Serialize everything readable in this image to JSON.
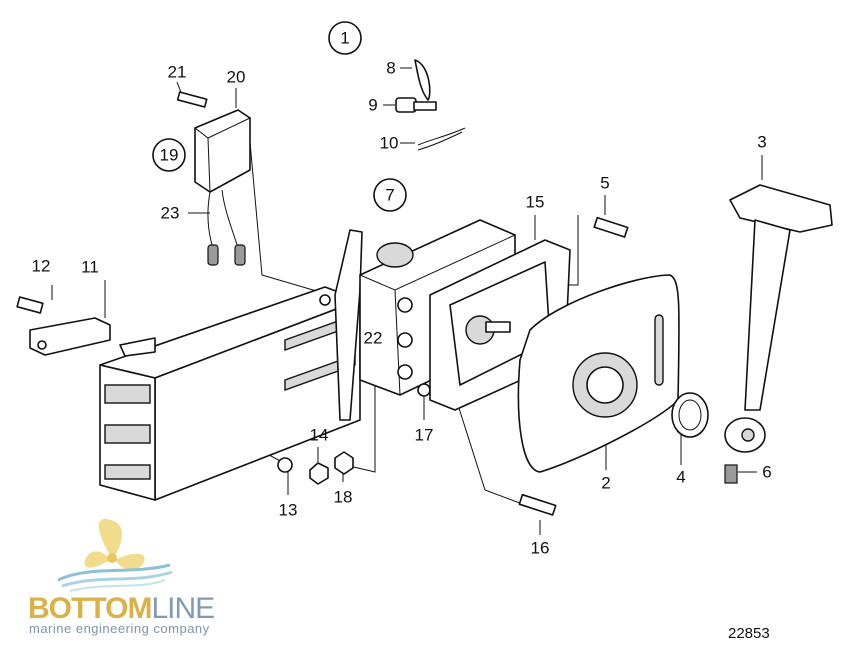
{
  "diagram": {
    "circled_callouts": [
      "1",
      "7",
      "19"
    ],
    "callouts": [
      "2",
      "3",
      "4",
      "5",
      "6",
      "8",
      "9",
      "10",
      "11",
      "12",
      "13",
      "14",
      "15",
      "16",
      "17",
      "18",
      "20",
      "21",
      "22",
      "23"
    ],
    "reference_number": "22853"
  },
  "logo": {
    "word_a": "BOTTOM",
    "word_b": "LINE",
    "tagline": "marine engineering company",
    "colors": {
      "gold": "#d9b24a",
      "blue": "#7f9bb8"
    }
  }
}
